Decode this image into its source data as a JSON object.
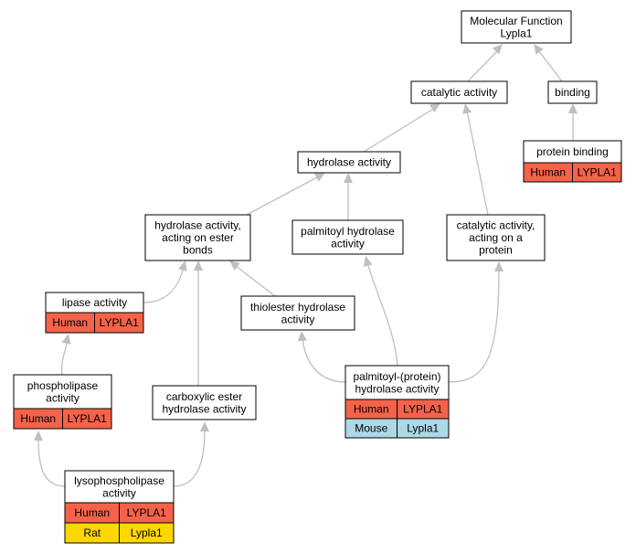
{
  "colors": {
    "edge": "#bfbfbf",
    "human": "#f4624a",
    "mouse": "#add8e6",
    "rat": "#ffd700"
  },
  "nodes": {
    "root": {
      "lines": [
        "Molecular Function",
        "Lypla1"
      ]
    },
    "catalytic": {
      "lines": [
        "catalytic activity"
      ]
    },
    "binding": {
      "lines": [
        "binding"
      ]
    },
    "protein_binding": {
      "lines": [
        "protein binding"
      ],
      "rows": [
        [
          "Human",
          "LYPLA1"
        ]
      ]
    },
    "hydrolase": {
      "lines": [
        "hydrolase activity"
      ]
    },
    "hydrolase_ester": {
      "lines": [
        "hydrolase activity,",
        "acting on ester",
        "bonds"
      ]
    },
    "palmitoyl_hydrolase": {
      "lines": [
        "palmitoyl hydrolase",
        "activity"
      ]
    },
    "catalytic_protein": {
      "lines": [
        "catalytic activity,",
        "acting on a",
        "protein"
      ]
    },
    "lipase": {
      "lines": [
        "lipase activity"
      ],
      "rows": [
        [
          "Human",
          "LYPLA1"
        ]
      ]
    },
    "thiolester": {
      "lines": [
        "thiolester hydrolase",
        "activity"
      ]
    },
    "phospholipase": {
      "lines": [
        "phospholipase",
        "activity"
      ],
      "rows": [
        [
          "Human",
          "LYPLA1"
        ]
      ]
    },
    "carboxylic": {
      "lines": [
        "carboxylic ester",
        "hydrolase activity"
      ]
    },
    "palmitoyl_protein": {
      "lines": [
        "palmitoyl-(protein)",
        "hydrolase activity"
      ],
      "rows": [
        [
          "Human",
          "LYPLA1"
        ],
        [
          "Mouse",
          "Lypla1"
        ]
      ]
    },
    "lysophospholipase": {
      "lines": [
        "lysophospholipase",
        "activity"
      ],
      "rows": [
        [
          "Human",
          "LYPLA1"
        ],
        [
          "Rat",
          "Lypla1"
        ]
      ]
    }
  }
}
